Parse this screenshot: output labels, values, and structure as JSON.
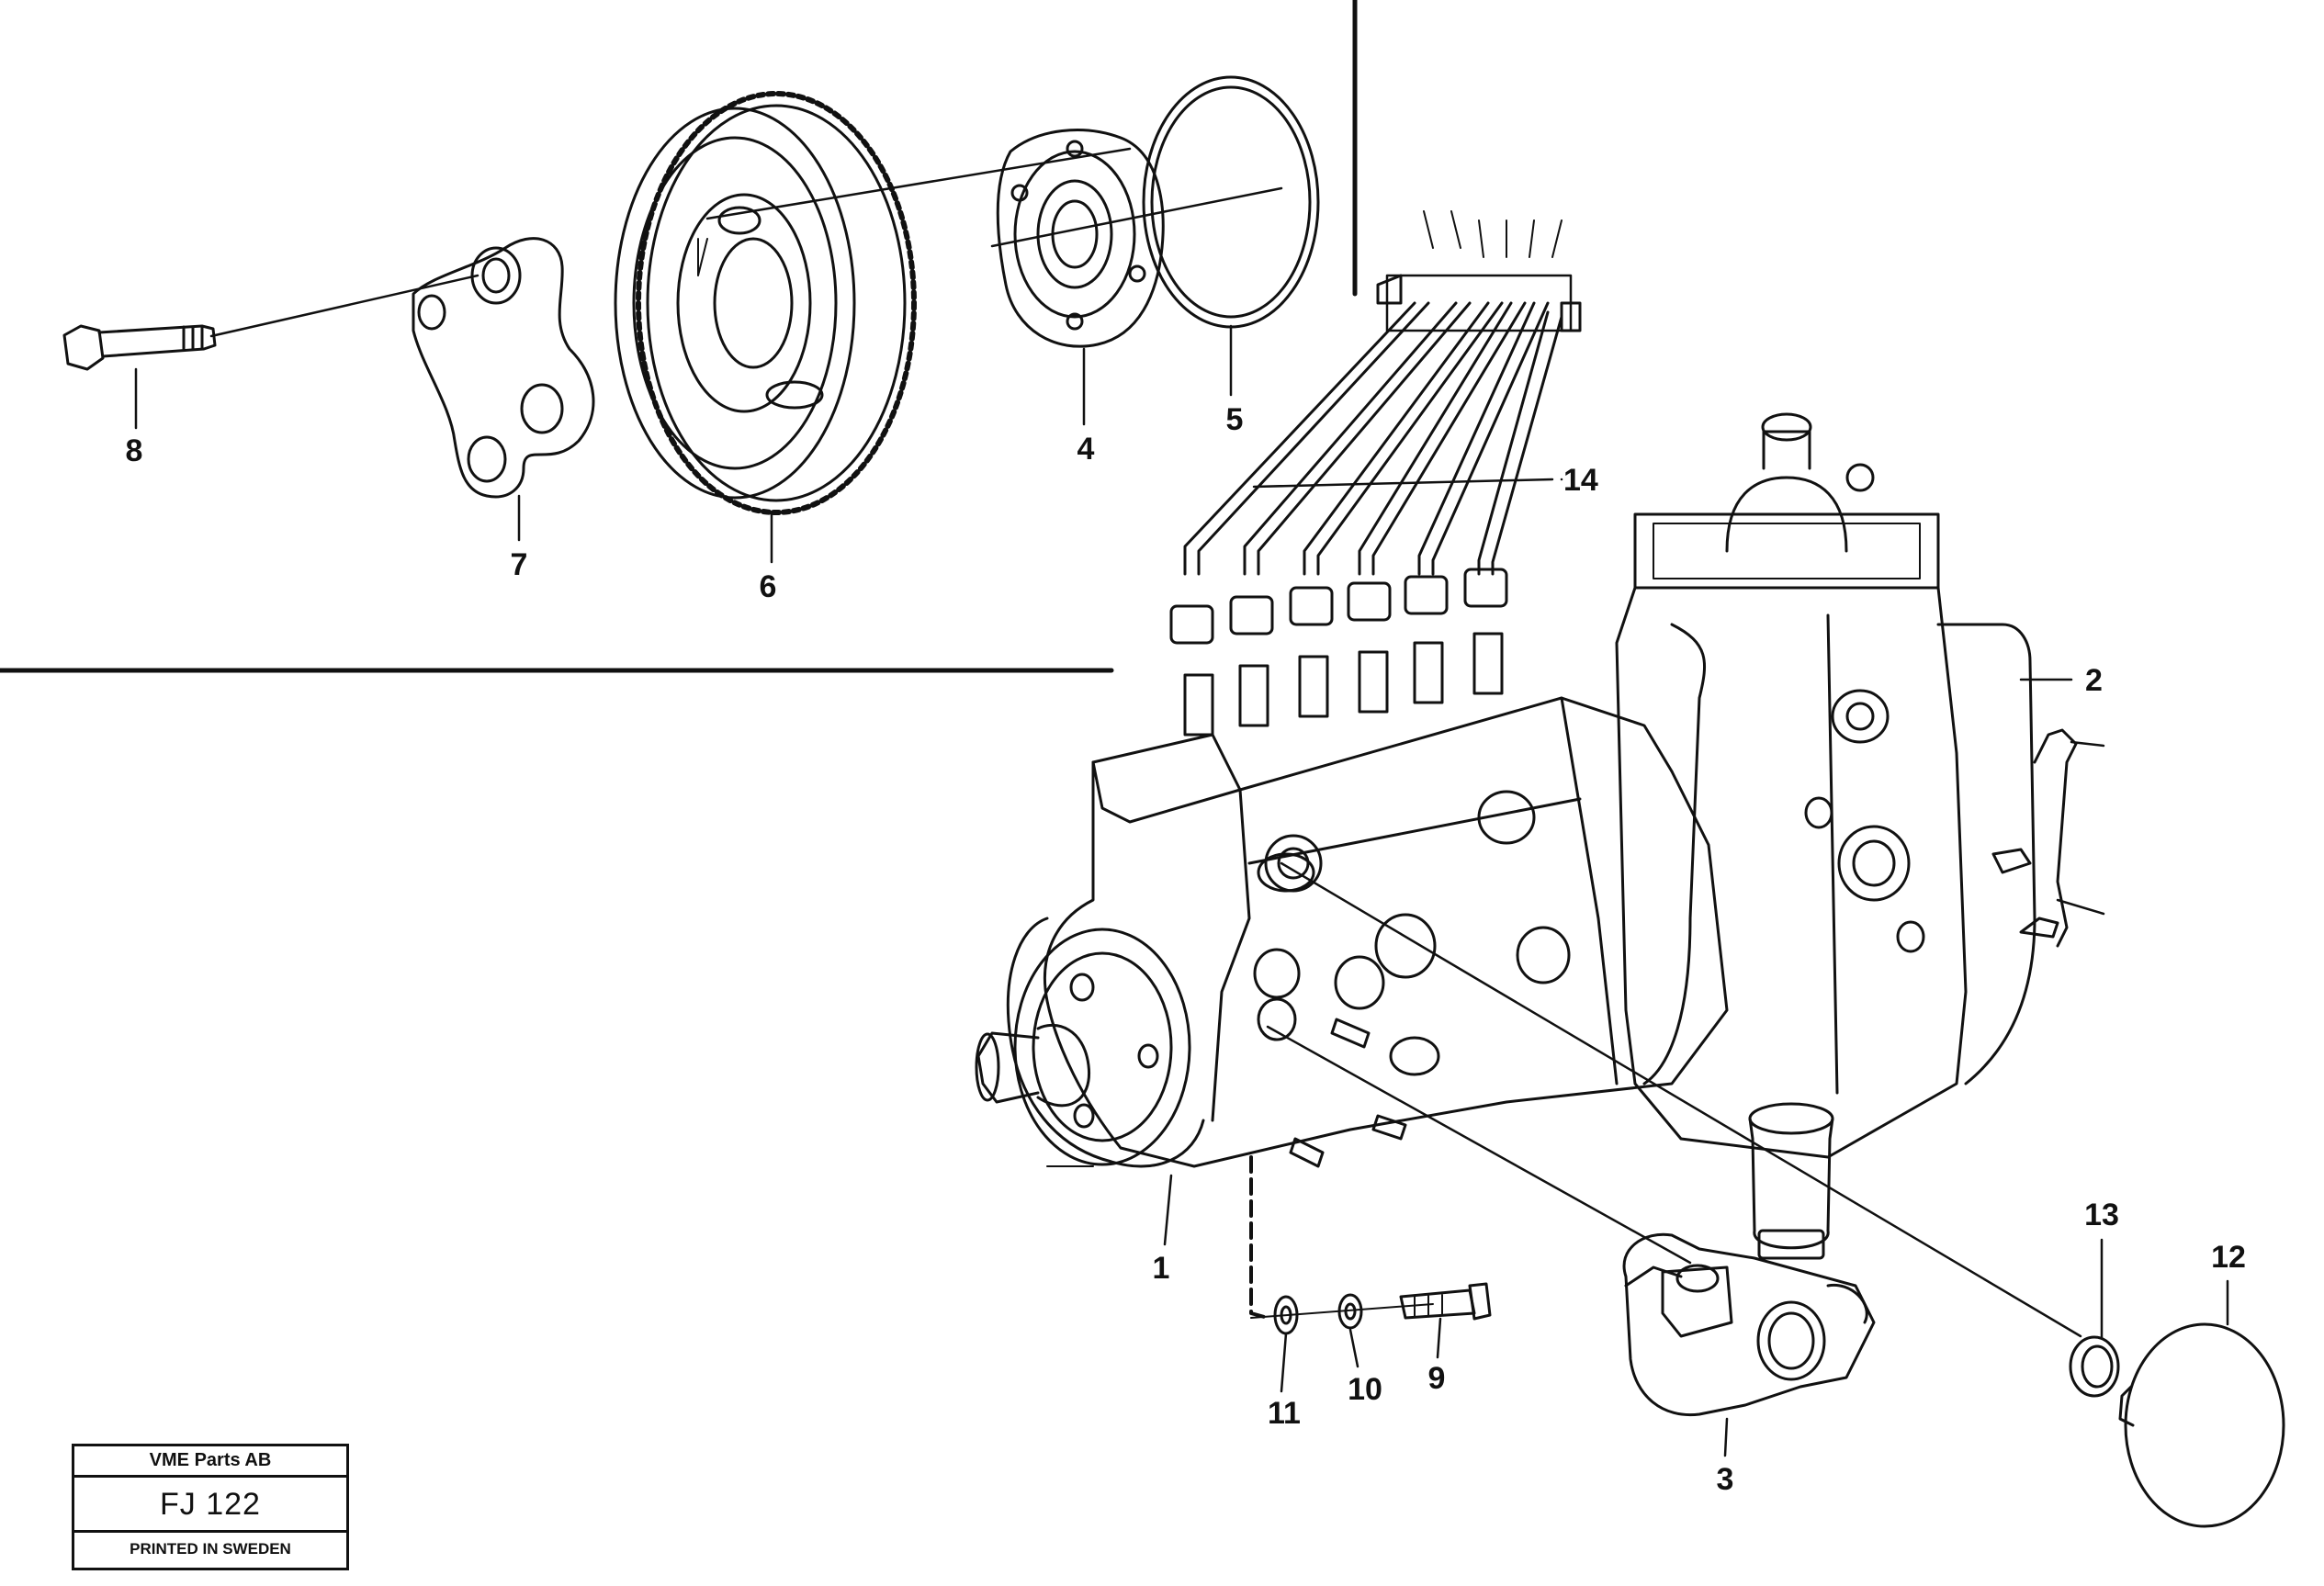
{
  "stamp": {
    "company": "VME Parts AB",
    "code": "FJ 122",
    "printed": "PRINTED IN SWEDEN"
  },
  "callouts": [
    "1",
    "2",
    "3",
    "4",
    "5",
    "6",
    "7",
    "8",
    "9",
    "10",
    "11",
    "12",
    "13",
    "14"
  ]
}
